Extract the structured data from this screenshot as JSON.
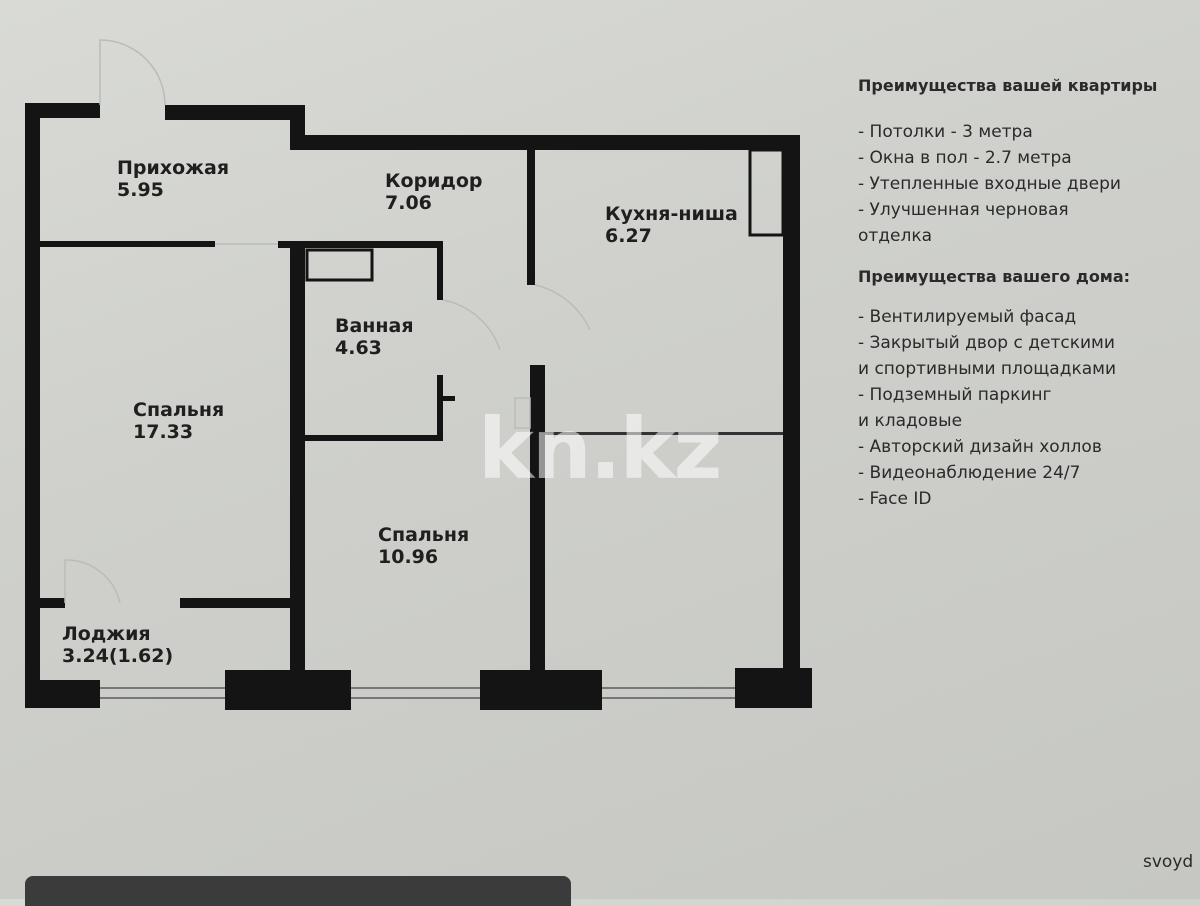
{
  "rooms": [
    {
      "name": "Прихожая",
      "area": "5.95"
    },
    {
      "name": "Коридор",
      "area": "7.06"
    },
    {
      "name": "Кухня-ниша",
      "area": "6.27"
    },
    {
      "name": "Ванная",
      "area": "4.63"
    },
    {
      "name": "Спальня",
      "area": "17.33"
    },
    {
      "name": "Спальня",
      "area": "10.96"
    },
    {
      "name": "Лоджия",
      "area": "3.24(1.62)"
    }
  ],
  "apartment_benefits": {
    "title": "Преимущества вашей квартиры",
    "items": [
      "-    Потолки - 3 метра",
      "-    Окна в пол - 2.7 метра",
      "-    Утепленные входные двери",
      "-    Улучшенная черновая",
      "отделка"
    ]
  },
  "building_benefits": {
    "title": "Преимущества вашего дома:",
    "items": [
      "-     Вентилируемый фасад",
      "-     Закрытый двор с детскими",
      "и спортивными площадками",
      "-     Подземный паркинг",
      "и кладовые",
      "-     Авторский дизайн холлов",
      "-     Видеонаблюдение 24/7",
      "-     Face ID"
    ]
  },
  "watermark": "kn.kz",
  "brand": "svoyd",
  "colors": {
    "wall": "#141414",
    "paper": "#d3d4d0"
  }
}
